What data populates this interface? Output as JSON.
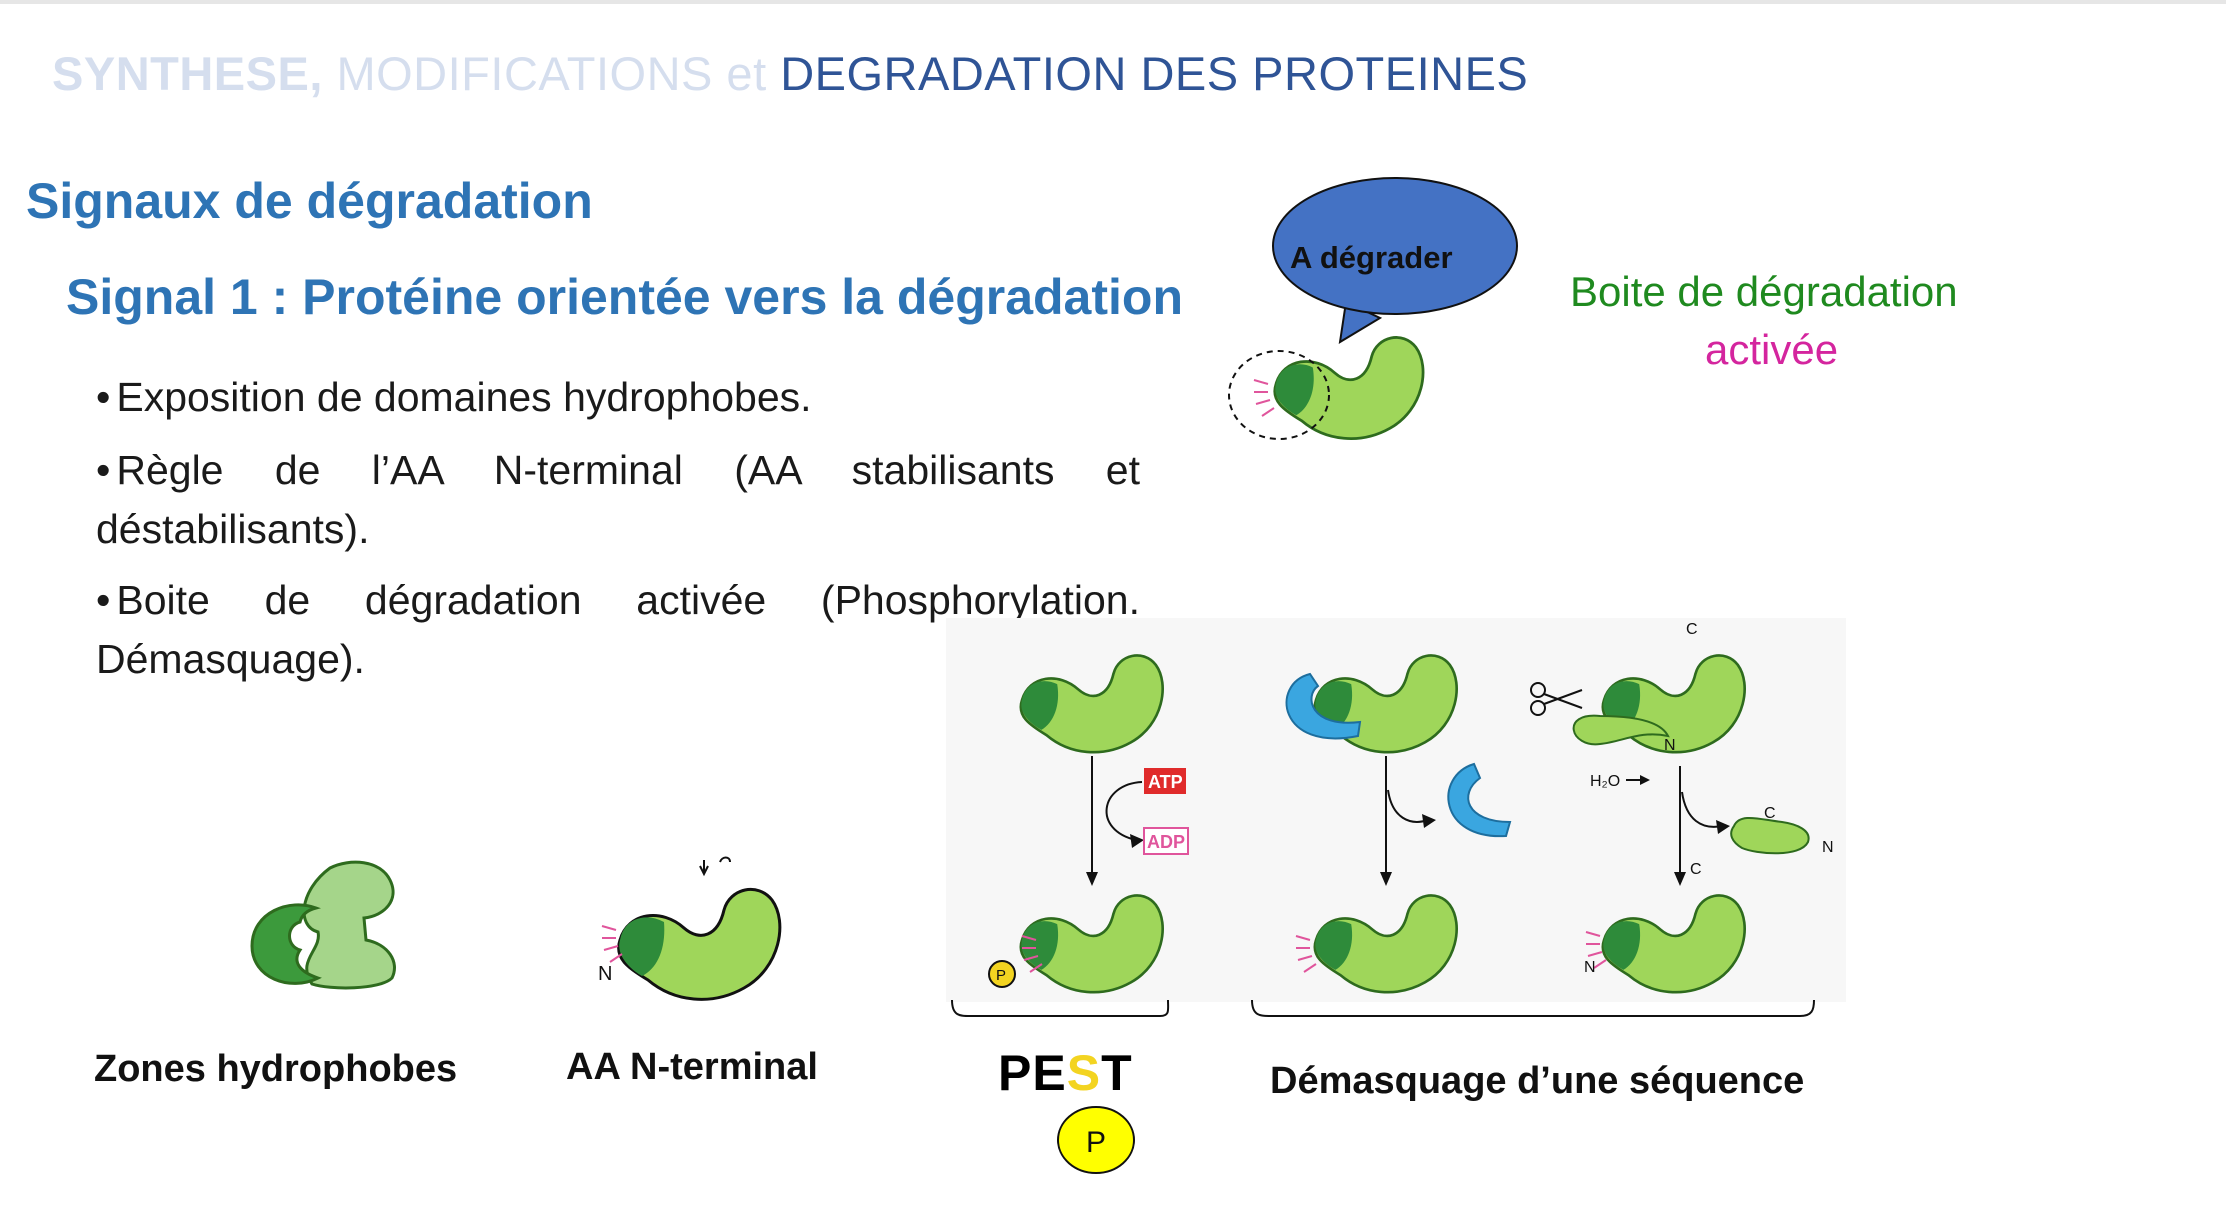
{
  "header": {
    "part1": "SYNTHESE,",
    "part2": " MODIFICATIONS",
    "part3": " et ",
    "part4": "DEGRADATION DES PROTEINES"
  },
  "heading": "Signaux de dégradation",
  "subheading": "Signal 1 : Protéine orientée vers la dégradation",
  "bullets": [
    "Exposition de domaines hydrophobes.",
    "Règle de l’AA N-terminal (AA stabilisants et déstabilisants).",
    "Boite de dégradation activée (Phosphorylation. Démasquage)."
  ],
  "bullet_symbol": "•",
  "bubble_text": "A dégrader",
  "side_label": {
    "line1": "Boite de dégradation",
    "line2": "activée"
  },
  "captions": {
    "hydrophobic": "Zones hydrophobes",
    "nterm": "AA N-terminal",
    "pest_letters": [
      "PE",
      "S",
      "T"
    ],
    "pest_p": "P",
    "unmask": "Démasquage d’une séquence"
  },
  "diagram_labels": {
    "atp": "ATP",
    "adp": "ADP",
    "p": "P",
    "n": "N",
    "c": "C",
    "water": "H₂O"
  },
  "colors": {
    "header_dark": "#2f5496",
    "header_faint": "#d5deee",
    "heading_blue": "#2e74b5",
    "green_label": "#1f8a1f",
    "magenta_label": "#d4259e",
    "bubble_fill": "#4472c4",
    "protein_light": "#9fd65a",
    "protein_dark": "#2e8b3a",
    "cap_blue": "#3aa6e0",
    "pest_yellow": "#f3d421"
  }
}
